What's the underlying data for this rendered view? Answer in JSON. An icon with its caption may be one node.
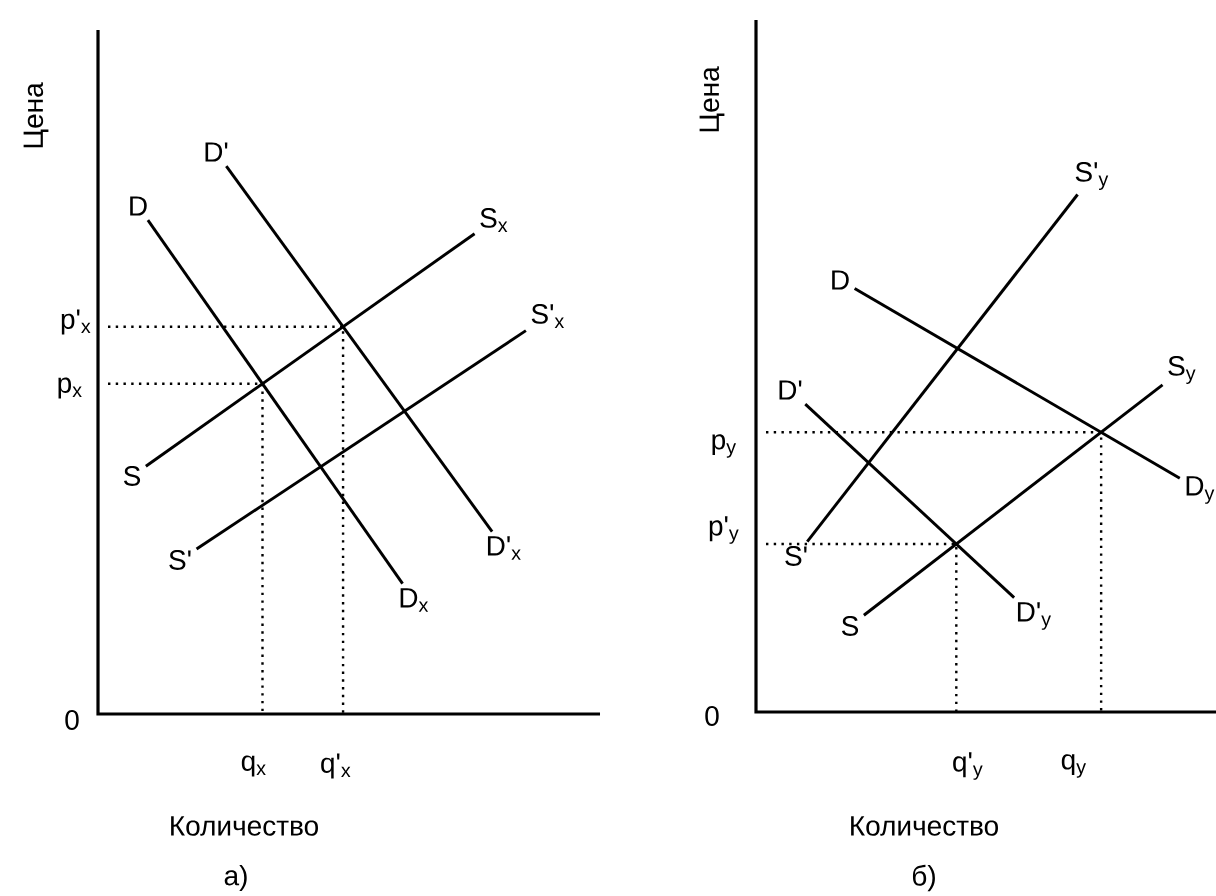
{
  "diagram": {
    "nodes": [
      {
        "text": [
          "D"
        ]
      },
      {
        "text": [
          "D$_{x}$"
        ]
      },
      {
        "text": [
          "D'"
        ]
      },
      {
        "text": [
          "D'$_{x}$"
        ]
      },
      {
        "text": [
          "S"
        ]
      },
      {
        "text": [
          "S$_{x}$"
        ]
      },
      {
        "text": [
          "S'"
        ]
      },
      {
        "text": [
          "S'$_{x}$"
        ]
      },
      {
        "text": [
          "S'$_{y}$"
        ]
      },
      {
        "text": [
          "D"
        ]
      },
      {
        "text": [
          "S$_{y}$"
        ]
      },
      {
        "text": [
          "D'"
        ]
      },
      {
        "text": [
          "D$_{y}$"
        ]
      },
      {
        "text": [
          "S'"
        ]
      },
      {
        "text": [
          "D'$_{y}$"
        ]
      },
      {
        "text": [
          "S"
        ]
      }
    ],
    "edges": [
      {
        "from": 0,
        "to": 1,
        "arrow": "none"
      },
      {
        "from": 2,
        "to": 3,
        "arrow": "none"
      },
      {
        "from": 4,
        "to": 5,
        "arrow": "none"
      },
      {
        "from": 6,
        "to": 7,
        "arrow": "none"
      },
      {
        "from": 13,
        "to": 8,
        "arrow": "none"
      },
      {
        "from": 9,
        "to": 12,
        "arrow": "none"
      },
      {
        "from": 11,
        "to": 14,
        "arrow": "none"
      },
      {
        "from": 15,
        "to": 10,
        "arrow": "none"
      }
    ],
    "labels": [
      "Цена",
      "p'$_{x}$",
      "p$_{x}$",
      "0",
      "q$_{x}$",
      "q'$_{x}$",
      "Количество",
      "а)",
      "Цена",
      "p$_{y}$",
      "p'$_{y}$",
      "0",
      "q'$_{y}$",
      "q$_{y}$",
      "Количество",
      "б)"
    ]
  }
}
